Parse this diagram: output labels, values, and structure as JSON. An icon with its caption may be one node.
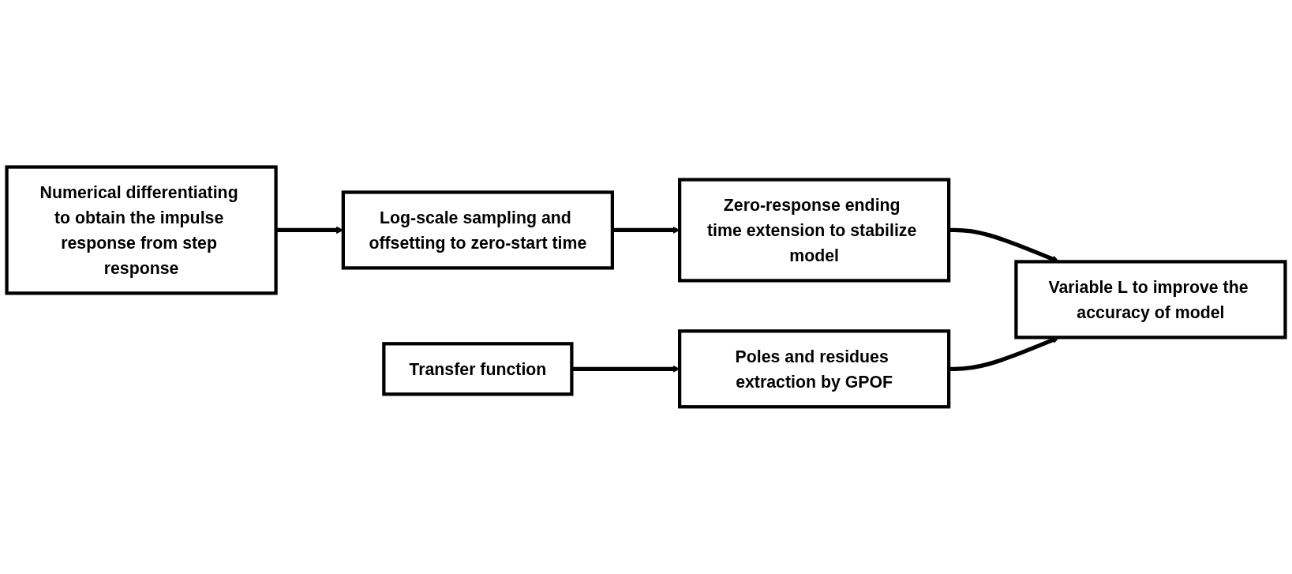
{
  "diagram": {
    "nodes": [
      {
        "text": [
          "Numerical differentiating to obtain the impulse response from step response"
        ]
      },
      {
        "text": [
          "Log-scale sampling and offsetting to zero-start time"
        ]
      },
      {
        "text": [
          "Zero-response ending time extension to stabilize model"
        ]
      },
      {
        "text": [
          "Transfer function"
        ]
      },
      {
        "text": [
          "Poles and residues extraction by GPOF"
        ]
      },
      {
        "text": [
          "Variable L to improve the accuracy of model"
        ]
      }
    ],
    "edges": [
      {
        "from": 0,
        "to": 1,
        "arrow": "to"
      },
      {
        "from": 1,
        "to": 2,
        "arrow": "to"
      },
      {
        "from": 2,
        "to": 5,
        "arrow": "to"
      },
      {
        "from": 3,
        "to": 4,
        "arrow": "to"
      },
      {
        "from": 4,
        "to": 5,
        "arrow": "to"
      }
    ]
  }
}
